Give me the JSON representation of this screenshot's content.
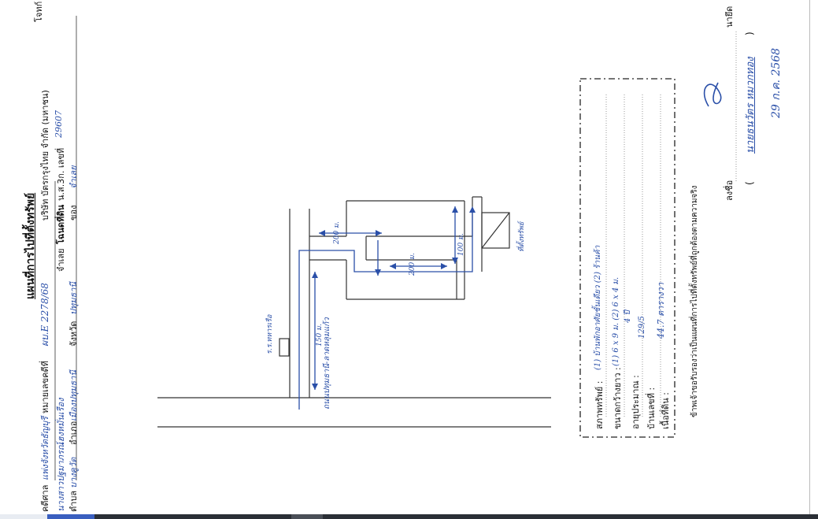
{
  "document": {
    "title": "แผนที่การไปที่ตั้งทรัพย์",
    "header_right_cut": "โจทก์",
    "fields": {
      "case_label": "คดีศาล",
      "case_value": "แพ่งจังหวัดธัญบุรี",
      "black_no_label": "หมายเลขคดีที่",
      "black_no_value": "ผบ.E 2278/68",
      "plaintiff_label": "บริษัท บัตรกรุงไทย จำกัด (มหาชน)",
      "defendant_prefix": "นางสาวปฐมาภรณ์",
      "defendant_value": "เฮงหมั่นเรือง",
      "defendant_label": "จำเลย",
      "creditor_value": "โฉนดที่ดิน",
      "creditor_extra": "น.ส.3ก. เลขที่",
      "deed_no": "29607",
      "tambon_label": "ตำบล",
      "tambon_value": "บางคูวัด",
      "amphoe_label": "อำเภอ",
      "amphoe_value": "เมืองปทุมธานี",
      "province_label": "จังหวัด",
      "province_value": "ปทุมธานี",
      "of_label": "ของ",
      "of_value": "จำเลย"
    },
    "map_labels": {
      "road_main": "ถนนปทุมธานี-ลาดหลุมแก้ว",
      "landmark": "ร.ร.ทหารเรือ",
      "dist_1": "150 ม.",
      "dist_2": "200 ม.",
      "dist_3": "200 ม.",
      "dist_4": "100 ม.",
      "property": "ที่ตั้งทรัพย์"
    },
    "info_box": {
      "asset_label": "สภาพทรัพย์ :",
      "asset_value": "(1) บ้านพักอาศัยชั้นเดียว (2) ร้านค้า",
      "size_label": "ขนาดกว้างยาว :",
      "size_value": "(1) 6 x 9 ม. (2) 6 x 4 ม.",
      "age_label": "อายุประมาณ :",
      "age_value": "4 ปี",
      "house_no_label": "บ้านเลขที่ :",
      "house_no_value": "129/5",
      "area_label": "เนื้อที่ดิน :",
      "area_value": "44.7 ตารางวา"
    },
    "certify_text": "ข้าพเจ้าขอรับรองว่าเป็นแผนที่การไปที่ตั้งทรัพย์ที่ถูกต้องตามความจริง",
    "sign_label": "ลงชื่อ",
    "sign_role": "นายึด",
    "signer_name": "นายธนวัตร หมวกทอง",
    "sign_date": "29 ก.ค. 2568"
  },
  "colors": {
    "ink_blue": "#2a4fa8",
    "print_black": "#111111"
  }
}
